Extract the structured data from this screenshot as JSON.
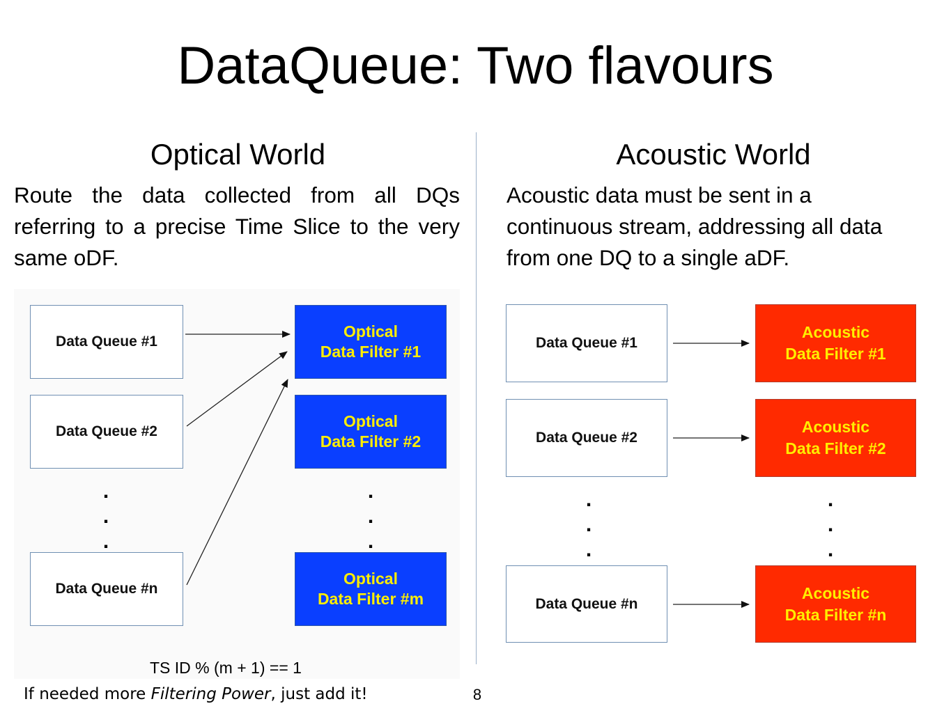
{
  "title": "DataQueue: Two flavours",
  "optical": {
    "heading": "Optical World",
    "description": "Route the data collected from all DQs referring to a precise Time Slice to the very same oDF.",
    "queues": [
      "Data Queue #1",
      "Data Queue #2",
      "Data Queue #n"
    ],
    "filters": [
      "Optical\nData Filter #1",
      "Optical\nData Filter #2",
      "Optical\nData Filter #m"
    ],
    "formula": "TS ID % (m + 1) == 1",
    "filter_color": "#0a3fff"
  },
  "acoustic": {
    "heading": "Acoustic World",
    "description": "Acoustic data must be sent in a continuous stream, addressing all data from one DQ to a single aDF.",
    "queues": [
      "Data Queue #1",
      "Data Queue #2",
      "Data Queue #n"
    ],
    "filters": [
      "Acoustic\nData Filter #1",
      "Acoustic\nData Filter #2",
      "Acoustic\nData Filter #n"
    ],
    "filter_color": "#ff2a00"
  },
  "ellipsis_dot": ".",
  "footnote": {
    "prefix": "If needed more ",
    "emphasis": "Filtering Power",
    "suffix": ", just add it!"
  },
  "page_number": "8",
  "filter_text_color": "#ffee00"
}
